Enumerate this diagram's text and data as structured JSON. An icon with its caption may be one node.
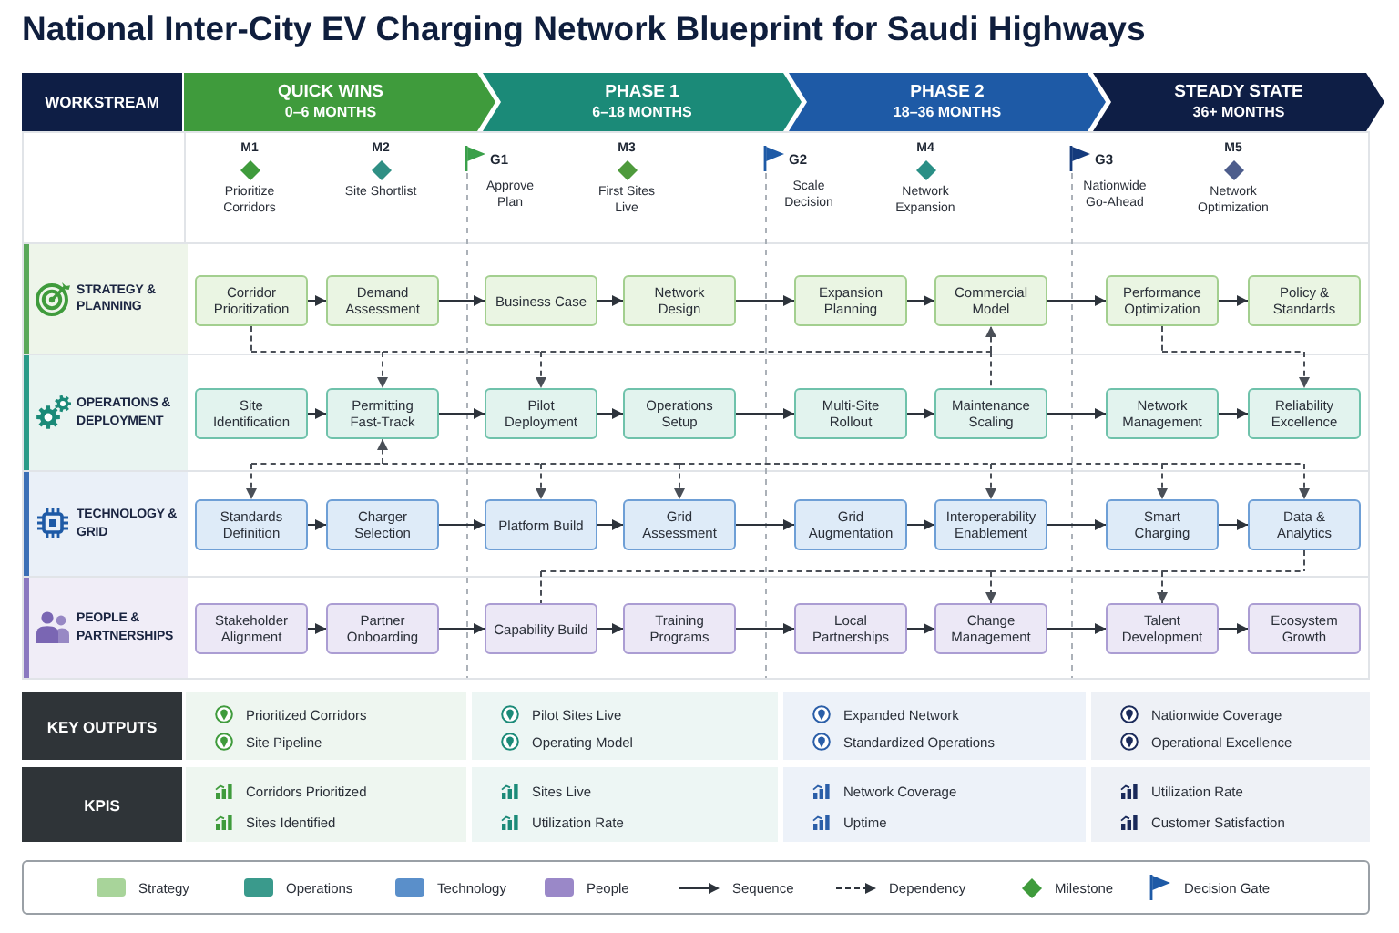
{
  "diagram": {
    "title": "National Inter-City EV Charging Network Blueprint for Saudi Highways",
    "nodes": [
      {
        "text": [
          "WORKSTREAM"
        ]
      },
      {
        "text": [
          "QUICK WINS",
          "0–6 MONTHS"
        ]
      },
      {
        "text": [
          "PHASE 1",
          "6–18 MONTHS"
        ]
      },
      {
        "text": [
          "PHASE 2",
          "18–36 MONTHS"
        ]
      },
      {
        "text": [
          "STEADY STATE",
          "36+ MONTHS"
        ]
      },
      {
        "text": [
          "M1",
          "Prioritize Corridors"
        ]
      },
      {
        "text": [
          "M2",
          "Site Shortlist"
        ]
      },
      {
        "text": [
          "G1",
          "Approve Plan"
        ]
      },
      {
        "text": [
          "M3",
          "First Sites Live"
        ]
      },
      {
        "text": [
          "G2",
          "Scale Decision"
        ]
      },
      {
        "text": [
          "M4",
          "Network Expansion"
        ]
      },
      {
        "text": [
          "G3",
          "Nationwide Go-Ahead"
        ]
      },
      {
        "text": [
          "M5",
          "Network Optimization"
        ]
      },
      {
        "text": [
          "STRATEGY & PLANNING"
        ]
      },
      {
        "text": [
          "Corridor Prioritization"
        ],
        "in": 13
      },
      {
        "text": [
          "Demand Assessment"
        ],
        "in": 13
      },
      {
        "text": [
          "Business Case"
        ],
        "in": 13
      },
      {
        "text": [
          "Network Design"
        ],
        "in": 13
      },
      {
        "text": [
          "Expansion Planning"
        ],
        "in": 13
      },
      {
        "text": [
          "Commercial Model"
        ],
        "in": 13
      },
      {
        "text": [
          "Performance Optimization"
        ],
        "in": 13
      },
      {
        "text": [
          "Policy & Standards"
        ],
        "in": 13
      },
      {
        "text": [
          "OPERATIONS & DEPLOYMENT"
        ]
      },
      {
        "text": [
          "Site Identification"
        ],
        "in": 22
      },
      {
        "text": [
          "Permitting Fast-Track"
        ],
        "in": 22
      },
      {
        "text": [
          "Pilot Deployment"
        ],
        "in": 22
      },
      {
        "text": [
          "Operations Setup"
        ],
        "in": 22
      },
      {
        "text": [
          "Multi-Site Rollout"
        ],
        "in": 22
      },
      {
        "text": [
          "Maintenance Scaling"
        ],
        "in": 22
      },
      {
        "text": [
          "Network Management"
        ],
        "in": 22
      },
      {
        "text": [
          "Reliability Excellence"
        ],
        "in": 22
      },
      {
        "text": [
          "TECHNOLOGY & GRID"
        ]
      },
      {
        "text": [
          "Standards Definition"
        ],
        "in": 31
      },
      {
        "text": [
          "Charger Selection"
        ],
        "in": 31
      },
      {
        "text": [
          "Platform Build"
        ],
        "in": 31
      },
      {
        "text": [
          "Grid Assessment"
        ],
        "in": 31
      },
      {
        "text": [
          "Grid Augmentation"
        ],
        "in": 31
      },
      {
        "text": [
          "Interoperability Enablement"
        ],
        "in": 31
      },
      {
        "text": [
          "Smart Charging"
        ],
        "in": 31
      },
      {
        "text": [
          "Data & Analytics"
        ],
        "in": 31
      },
      {
        "text": [
          "PEOPLE & PARTNERSHIPS"
        ]
      },
      {
        "text": [
          "Stakeholder Alignment"
        ],
        "in": 40
      },
      {
        "text": [
          "Partner Onboarding"
        ],
        "in": 40
      },
      {
        "text": [
          "Capability Build"
        ],
        "in": 40
      },
      {
        "text": [
          "Training Programs"
        ],
        "in": 40
      },
      {
        "text": [
          "Local Partnerships"
        ],
        "in": 40
      },
      {
        "text": [
          "Change Management"
        ],
        "in": 40
      },
      {
        "text": [
          "Talent Development"
        ],
        "in": 40
      },
      {
        "text": [
          "Ecosystem Growth"
        ],
        "in": 40
      }
    ],
    "edges": [
      {
        "from": 14,
        "to": 15,
        "arrow": "to"
      },
      {
        "from": 15,
        "to": 16,
        "arrow": "to"
      },
      {
        "from": 16,
        "to": 17,
        "arrow": "to"
      },
      {
        "from": 17,
        "to": 18,
        "arrow": "to"
      },
      {
        "from": 18,
        "to": 19,
        "arrow": "to"
      },
      {
        "from": 19,
        "to": 20,
        "arrow": "to"
      },
      {
        "from": 20,
        "to": 21,
        "arrow": "to"
      },
      {
        "from": 23,
        "to": 24,
        "arrow": "to"
      },
      {
        "from": 24,
        "to": 25,
        "arrow": "to"
      },
      {
        "from": 25,
        "to": 26,
        "arrow": "to"
      },
      {
        "from": 26,
        "to": 27,
        "arrow": "to"
      },
      {
        "from": 27,
        "to": 28,
        "arrow": "to"
      },
      {
        "from": 28,
        "to": 29,
        "arrow": "to"
      },
      {
        "from": 29,
        "to": 30,
        "arrow": "to"
      },
      {
        "from": 32,
        "to": 33,
        "arrow": "to"
      },
      {
        "from": 33,
        "to": 34,
        "arrow": "to"
      },
      {
        "from": 34,
        "to": 35,
        "arrow": "to"
      },
      {
        "from": 35,
        "to": 36,
        "arrow": "to"
      },
      {
        "from": 36,
        "to": 37,
        "arrow": "to"
      },
      {
        "from": 37,
        "to": 38,
        "arrow": "to"
      },
      {
        "from": 38,
        "to": 39,
        "arrow": "to"
      },
      {
        "from": 41,
        "to": 42,
        "arrow": "to"
      },
      {
        "from": 42,
        "to": 43,
        "arrow": "to"
      },
      {
        "from": 43,
        "to": 44,
        "arrow": "to"
      },
      {
        "from": 44,
        "to": 45,
        "arrow": "to"
      },
      {
        "from": 45,
        "to": 46,
        "arrow": "to"
      },
      {
        "from": 46,
        "to": 47,
        "arrow": "to"
      },
      {
        "from": 47,
        "to": 48,
        "arrow": "to"
      },
      {
        "from": 14,
        "to": 24,
        "arrow": "to",
        "style": "dashed"
      },
      {
        "from": 14,
        "to": 25,
        "arrow": "to",
        "style": "dashed"
      },
      {
        "from": 14,
        "to": 19,
        "arrow": "to",
        "style": "dashed"
      },
      {
        "from": 28,
        "to": 19,
        "arrow": "to",
        "style": "dashed"
      },
      {
        "from": 20,
        "to": 30,
        "arrow": "to",
        "style": "dashed"
      },
      {
        "from": 24,
        "to": 32,
        "arrow": "both",
        "style": "dashed"
      },
      {
        "from": 24,
        "to": 34,
        "arrow": "both",
        "style": "dashed"
      },
      {
        "from": 24,
        "to": 35,
        "arrow": "both",
        "style": "dashed"
      },
      {
        "from": 24,
        "to": 37,
        "arrow": "both",
        "style": "dashed"
      },
      {
        "from": 24,
        "to": 38,
        "arrow": "both",
        "style": "dashed"
      },
      {
        "from": 24,
        "to": 39,
        "arrow": "both",
        "style": "dashed"
      },
      {
        "from": 43,
        "to": 46,
        "arrow": "to",
        "style": "dashed"
      },
      {
        "from": 43,
        "to": 47,
        "arrow": "to",
        "style": "dashed"
      },
      {
        "from": 39,
        "to": 46,
        "arrow": "to",
        "style": "dashed"
      },
      {
        "from": 39,
        "to": 47,
        "arrow": "to",
        "style": "dashed"
      }
    ],
    "labels": [
      "KEY OUTPUTS",
      "Prioritized Corridors",
      "Site Pipeline",
      "Pilot Sites Live",
      "Operating Model",
      "Expanded Network",
      "Standardized Operations",
      "Nationwide Coverage",
      "Operational Excellence",
      "KPIS",
      "Corridors Prioritized",
      "Sites Identified",
      "Sites Live",
      "Utilization Rate",
      "Network Coverage",
      "Uptime",
      "Utilization Rate",
      "Customer Satisfaction"
    ],
    "legend": [
      {
        "text": "Strategy",
        "color": "#a8d49a"
      },
      {
        "text": "Operations",
        "color": "#3a9a8c"
      },
      {
        "text": "Technology",
        "color": "#5a8fca"
      },
      {
        "text": "People",
        "color": "#9a88c8"
      },
      {
        "text": "Sequence"
      },
      {
        "text": "Dependency"
      },
      {
        "text": "Milestone"
      },
      {
        "text": "Decision Gate"
      }
    ]
  }
}
